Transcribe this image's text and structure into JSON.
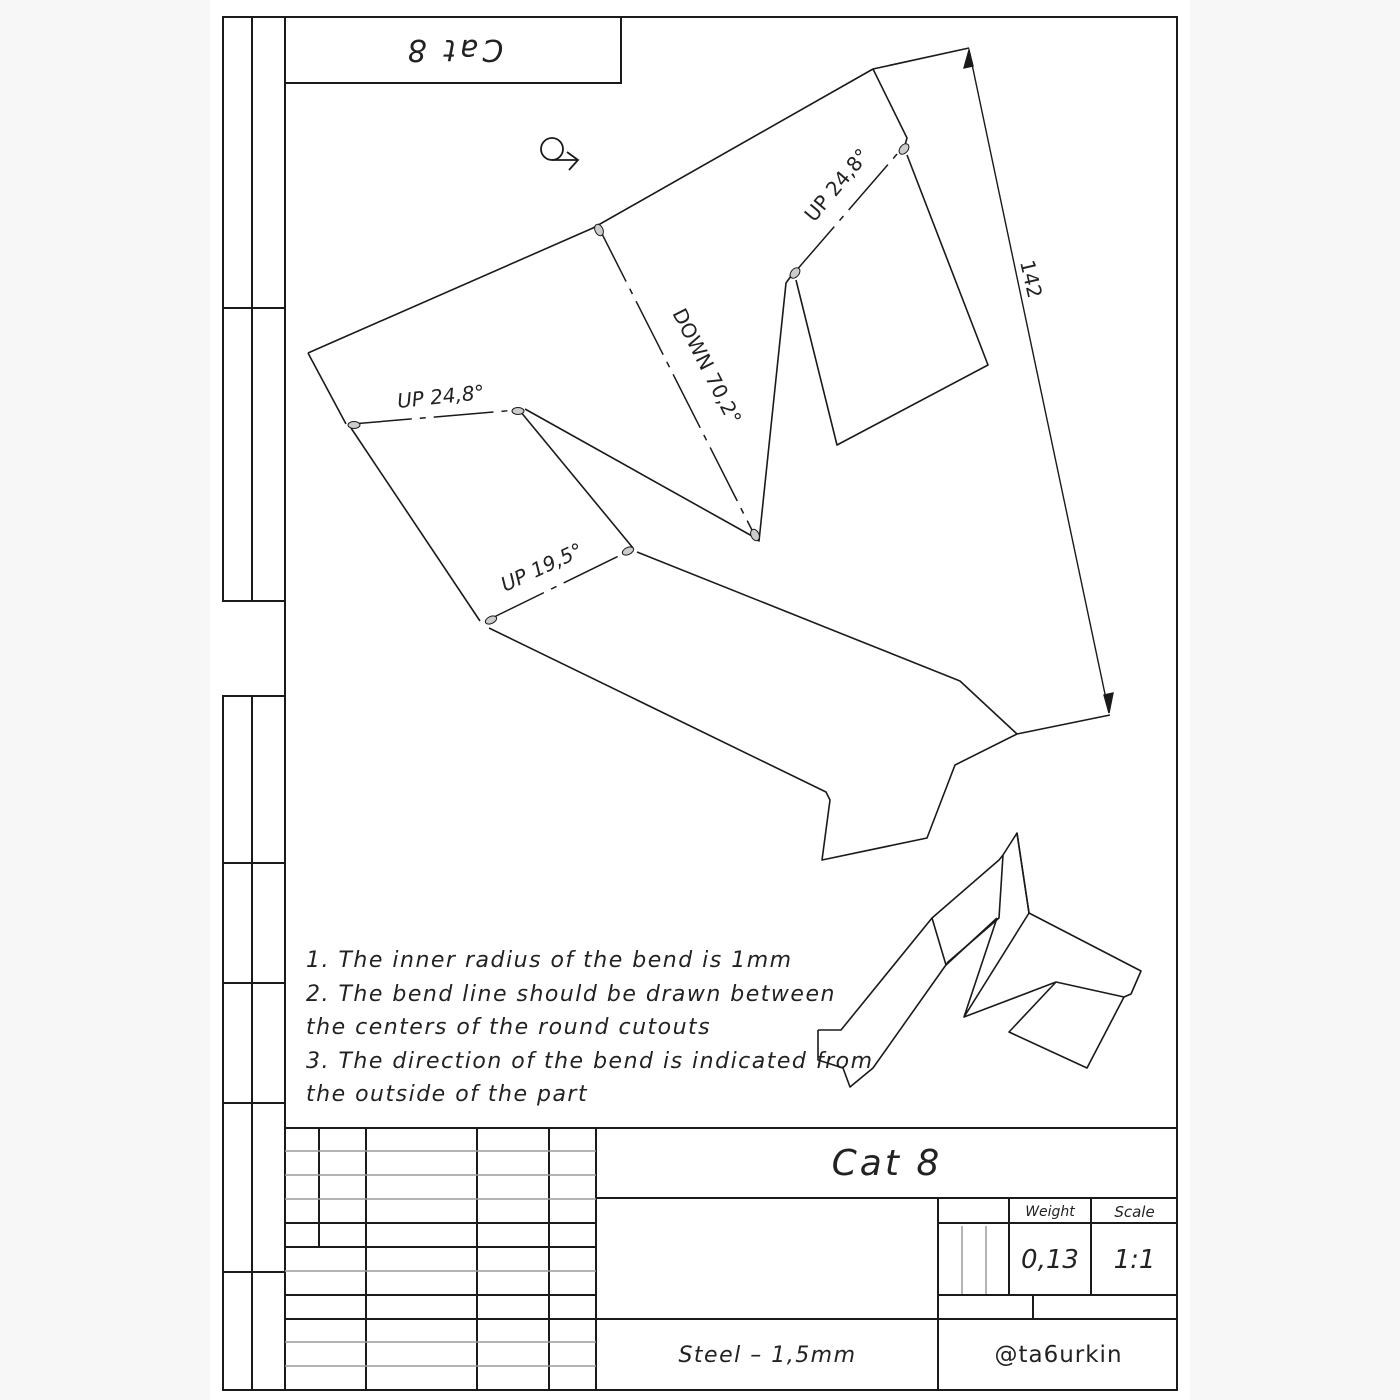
{
  "drawing": {
    "part_name": "Cat 8",
    "corner_label_mirrored": "Cat 8",
    "bend_labels": [
      {
        "id": "bend-1",
        "text": "UP 24,8°"
      },
      {
        "id": "bend-2",
        "text": "DOWN 70,2°"
      },
      {
        "id": "bend-3",
        "text": "UP 24,8°"
      },
      {
        "id": "bend-4",
        "text": "UP 19,5°"
      }
    ],
    "dimension": {
      "value": "142"
    },
    "view_symbol": "flat-pattern-unfold-icon"
  },
  "notes": [
    "1.  The inner radius of the bend is 1mm",
    "2.  The bend line should be drawn between",
    "the centers of the round cutouts",
    "3.  The direction of the bend is indicated from",
    "the outside of the part"
  ],
  "title_block": {
    "title": "Cat 8",
    "weight_label": "Weight",
    "weight_value": "0,13",
    "scale_label": "Scale",
    "scale_value": "1:1",
    "material": "Steel  –  1,5mm",
    "author": "@ta6urkin"
  },
  "colors": {
    "line": "#1a1a1a",
    "thin_line": "#9a9a9a",
    "paper": "#ffffff",
    "background": "#f7f7f7"
  }
}
